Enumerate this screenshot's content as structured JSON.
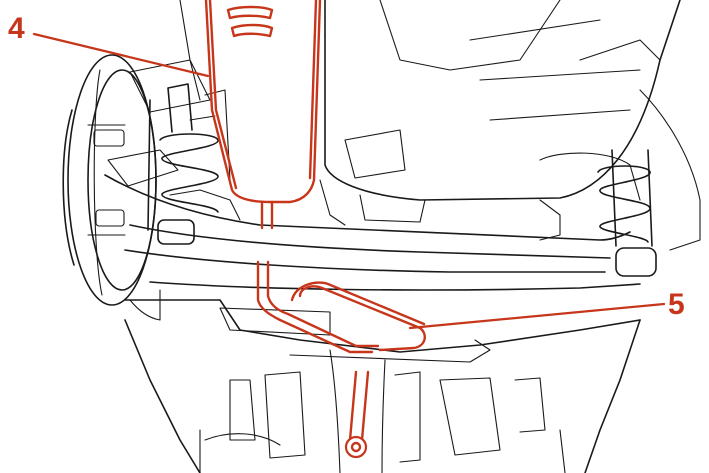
{
  "colors": {
    "accent": "#c7361b",
    "line": "#1a1a1a",
    "background": "#ffffff"
  },
  "callouts": [
    {
      "id": "4",
      "label": "4"
    },
    {
      "id": "5",
      "label": "5"
    }
  ]
}
